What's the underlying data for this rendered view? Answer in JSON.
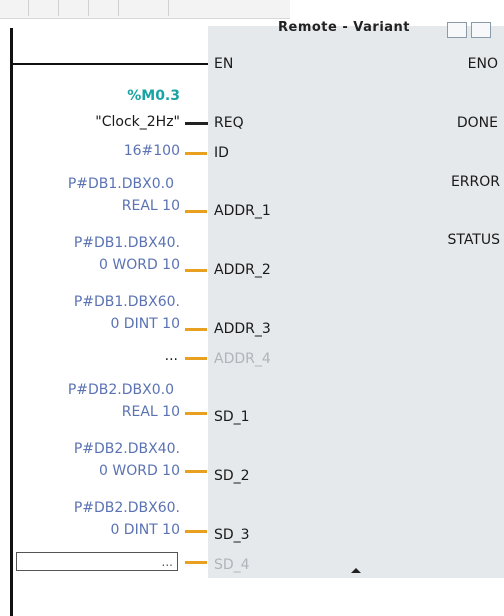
{
  "toolbar": {
    "buttons": [
      "",
      "",
      "",
      "",
      ""
    ]
  },
  "block": {
    "title": "Remote - Variant",
    "inputs": {
      "en": "EN",
      "req": "REQ",
      "id": "ID",
      "addr_1": "ADDR_1",
      "addr_2": "ADDR_2",
      "addr_3": "ADDR_3",
      "addr_4": "ADDR_4",
      "sd_1": "SD_1",
      "sd_2": "SD_2",
      "sd_3": "SD_3",
      "sd_4": "SD_4"
    },
    "outputs": {
      "eno": "ENO",
      "done": "DONE",
      "error": "ERROR",
      "status": "STATUS"
    }
  },
  "params": {
    "req_tag": "%M0.3",
    "req_name": "\"Clock_2Hz\"",
    "id": "16#100",
    "addr_1_l1": "P#DB1.DBX0.0",
    "addr_1_l2": "REAL 10",
    "addr_2_l1": "P#DB1.DBX40.",
    "addr_2_l2": "0 WORD 10",
    "addr_3_l1": "P#DB1.DBX60.",
    "addr_3_l2": "0 DINT 10",
    "addr_4": "...",
    "sd_1_l1": "P#DB2.DBX0.0",
    "sd_1_l2": "REAL 10",
    "sd_2_l1": "P#DB2.DBX40.",
    "sd_2_l2": "0 WORD 10",
    "sd_3_l1": "P#DB2.DBX60.",
    "sd_3_l2": "0 DINT 10",
    "sd_4_input": "..."
  }
}
